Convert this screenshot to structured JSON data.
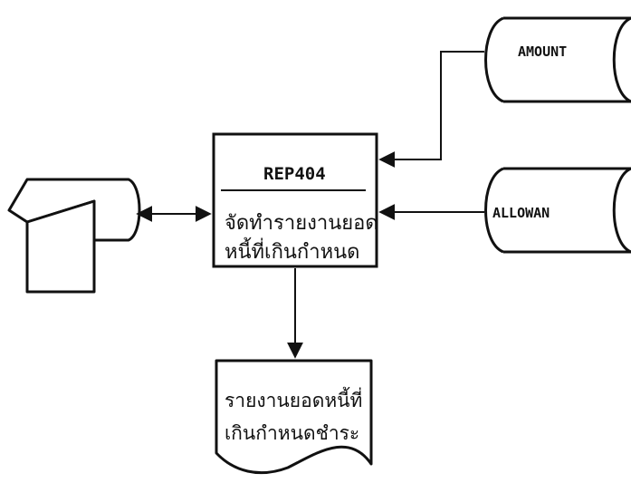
{
  "process": {
    "id": "REP404",
    "line1": "จัดทำรายงานยอด",
    "line2": "หนี้ที่เกินกำหนด"
  },
  "datastores": [
    {
      "name": "AMOUNT"
    },
    {
      "name": "ALLOWAN"
    }
  ],
  "report": {
    "line1": "รายงานยอดหนี้ที่",
    "line2": "เกินกำหนดชำระ"
  }
}
